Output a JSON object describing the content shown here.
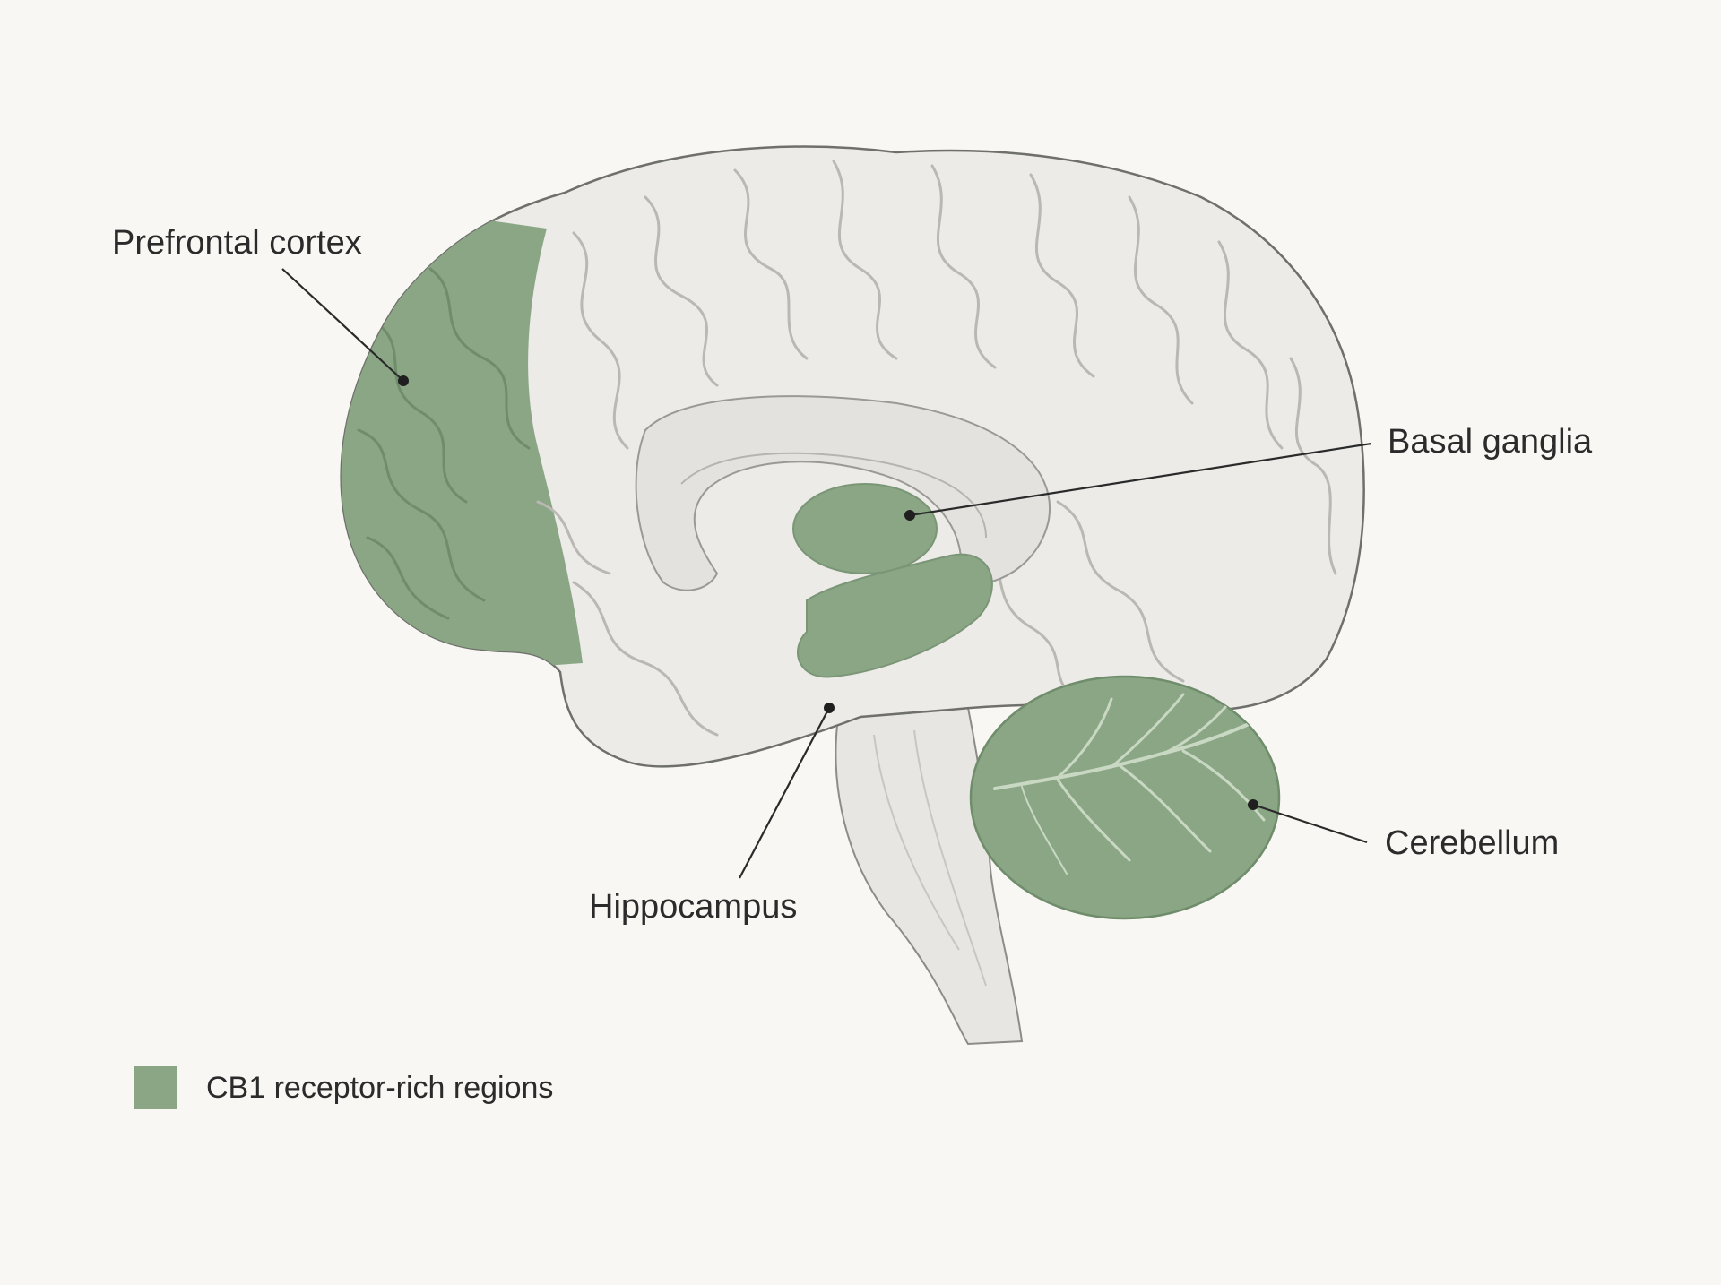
{
  "colors": {
    "background": "#f8f7f3",
    "cortex_fill": "#ecebe8",
    "cortex_stroke": "#6f6f6c",
    "gyri_stroke": "#b9b8b3",
    "highlight_fill": "#8aa685",
    "highlight_dark": "#6f8c6b",
    "highlight_vein": "#c9d8c3"
  },
  "labels": {
    "prefrontal": "Prefrontal cortex",
    "basal_ganglia": "Basal ganglia",
    "hippocampus": "Hippocampus",
    "cerebellum": "Cerebellum"
  },
  "legend": {
    "text": "CB1 receptor-rich regions",
    "swatch_icon": "green-square-swatch"
  }
}
